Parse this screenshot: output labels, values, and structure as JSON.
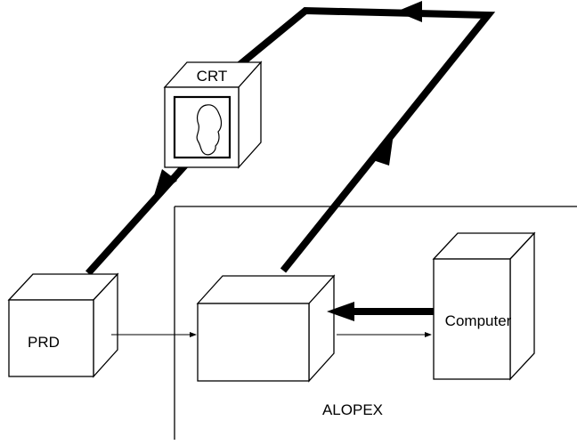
{
  "labels": {
    "crt": "CRT",
    "prd": "PRD",
    "computer": "Computer",
    "alopex": "ALOPEX"
  },
  "colors": {
    "line": "#000000",
    "background": "#ffffff"
  }
}
